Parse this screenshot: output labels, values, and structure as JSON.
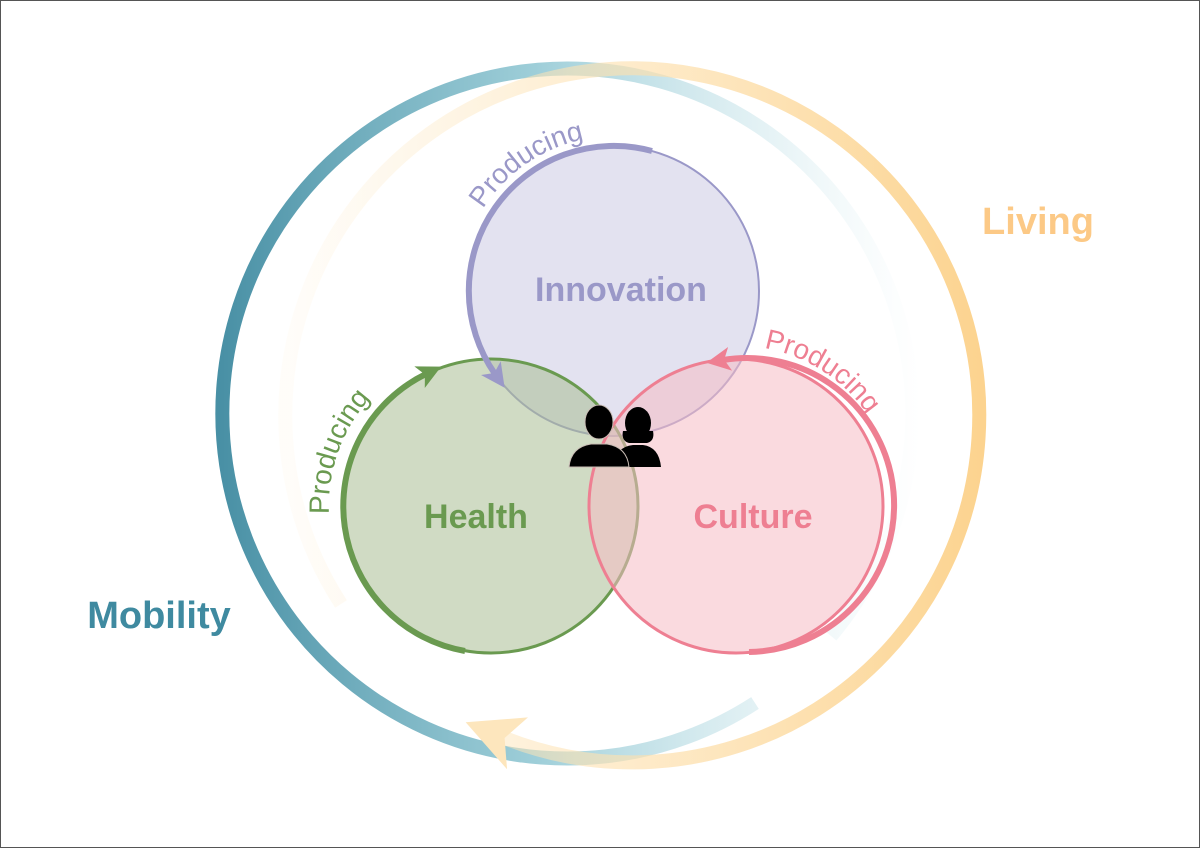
{
  "diagram": {
    "outer_rings": {
      "mobility": {
        "label": "Mobility",
        "color": "#3f8aa0"
      },
      "living": {
        "label": "Living",
        "color": "#fcd38f"
      }
    },
    "circles": {
      "innovation": {
        "label": "Innovation",
        "fill": "#dedded",
        "stroke": "#9a98c8"
      },
      "health": {
        "label": "Health",
        "fill": "#d0dac5",
        "stroke": "#6a9a50"
      },
      "culture": {
        "label": "Culture",
        "fill": "#f8d7db",
        "stroke": "#ee7f92"
      }
    },
    "arrows": {
      "innovation": {
        "label": "Producing"
      },
      "health": {
        "label": "Producing"
      },
      "culture": {
        "label": "Producing"
      }
    },
    "center_icon": "people-icon"
  }
}
